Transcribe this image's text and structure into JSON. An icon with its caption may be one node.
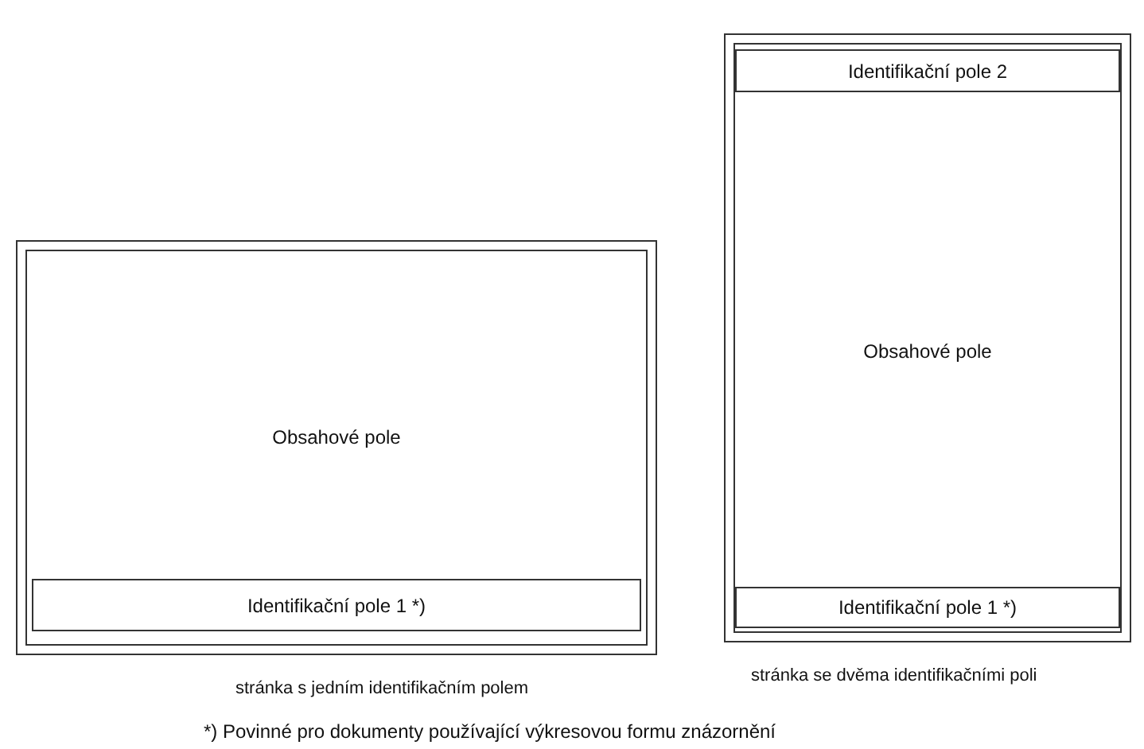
{
  "diagram": {
    "nodes": [
      {
        "text": [
          "Obsahové pole"
        ],
        "beside": [
          "stránka s jedním identifikačním polem"
        ]
      },
      {
        "text": [
          "Identifikační pole 1 *)"
        ],
        "in": 0
      },
      {
        "text": [
          "Obsahové pole"
        ],
        "beside": [
          "stránka se dvěma identifikačními poli"
        ]
      },
      {
        "text": [
          "Identifikační pole 2"
        ],
        "in": 2
      },
      {
        "text": [
          "Identifikační pole 1 *)"
        ],
        "in": 2
      }
    ],
    "edges": [],
    "labels": [
      "*) Povinné pro dokumenty používající výkresovou formu znázornění"
    ]
  }
}
